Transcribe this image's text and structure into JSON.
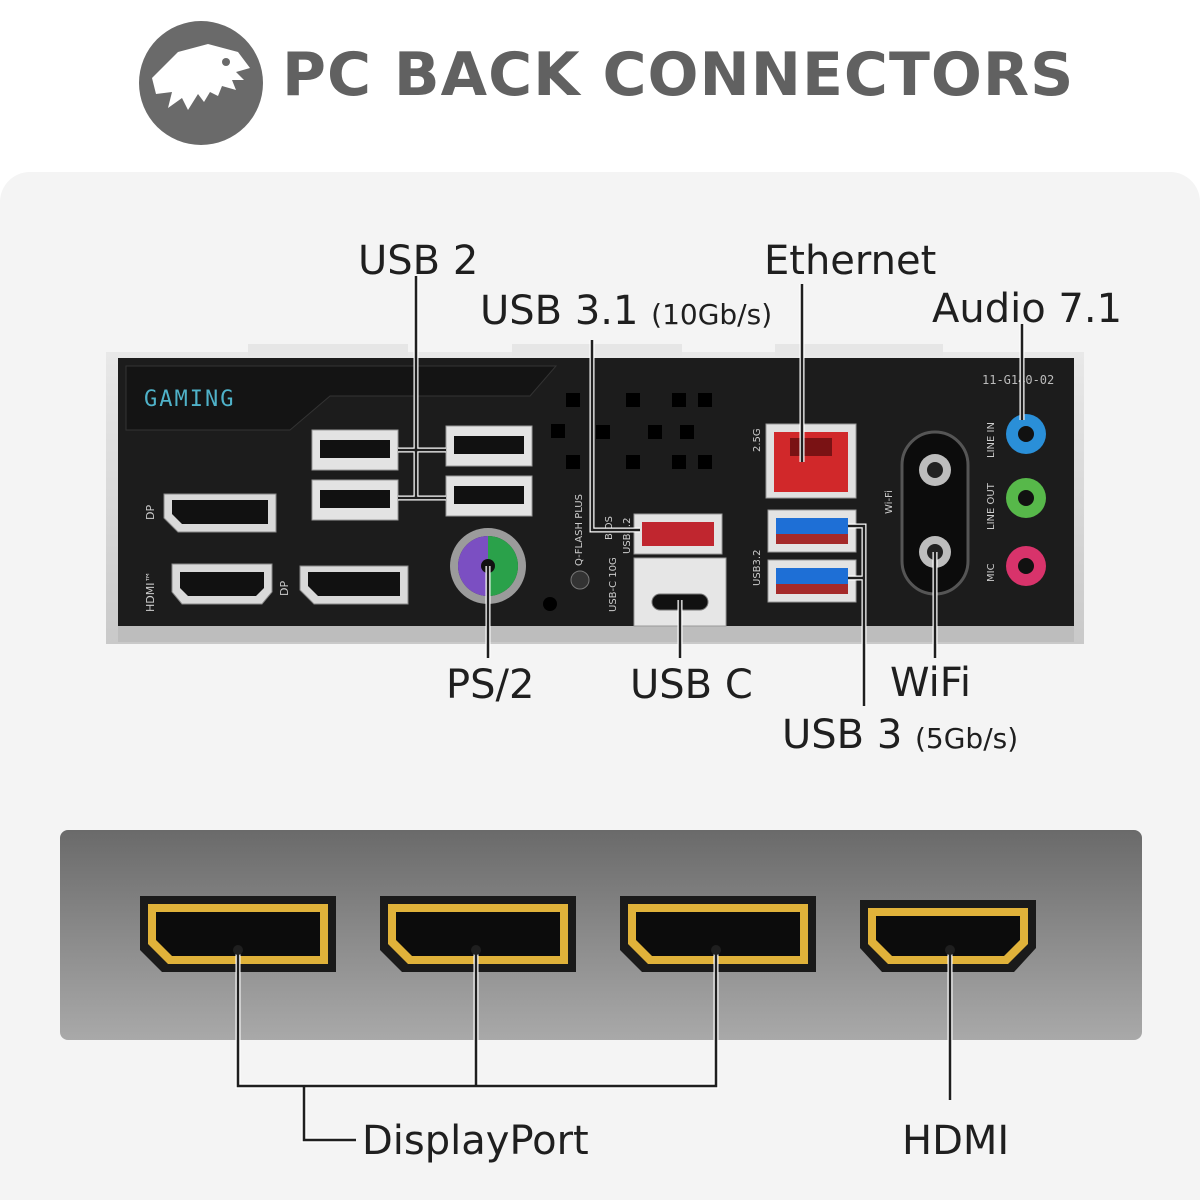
{
  "title": "PC BACK CONNECTORS",
  "io_panel": {
    "brand_text": "GAMING",
    "model_code": "11-G140-02",
    "silk": {
      "dp_left": "DP",
      "hdmi_left": "HDMI™",
      "dp_mid": "DP",
      "qflash": "Q-FLASH PLUS",
      "bios": "BIOS",
      "usb32_a": "USB3.2",
      "usbc": "USB-C 10G",
      "lan": "2.5G",
      "usb32_b": "USB3.2",
      "wifi": "Wi-Fi",
      "line_in": "LINE IN",
      "line_out": "LINE OUT",
      "mic": "MIC"
    }
  },
  "labels": {
    "usb2": "USB 2",
    "usb31": "USB 3.1",
    "usb31_speed": "(10Gb/s)",
    "ethernet": "Ethernet",
    "audio": "Audio 7.1",
    "ps2": "PS/2",
    "usbc": "USB C",
    "wifi": "WiFi",
    "usb3": "USB 3",
    "usb3_speed": "(5Gb/s)",
    "displayport": "DisplayPort",
    "hdmi": "HDMI"
  },
  "colors": {
    "title": "#616161",
    "usb31_port": "#c0262f",
    "usb3_port": "#1e6fd6",
    "ethernet_port": "#d1282a",
    "line_in": "#2a8fd8",
    "line_out": "#57b84a",
    "mic": "#d8336b",
    "ps2_purple": "#7b4fc2",
    "ps2_green": "#2aa14a",
    "dp_gold": "#e0b23a"
  }
}
